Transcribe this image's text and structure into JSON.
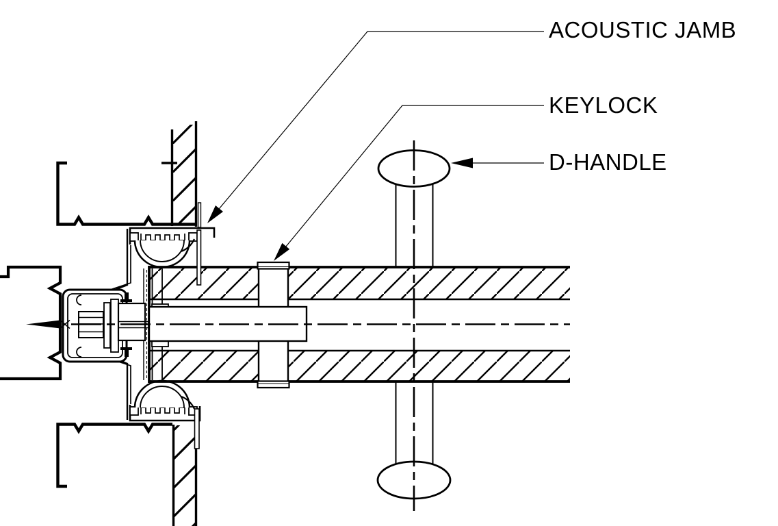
{
  "drawing": {
    "background_color": "#ffffff",
    "line_color": "#000000",
    "callouts": {
      "acoustic_jamb": "ACOUSTIC JAMB",
      "keylock": "KEYLOCK",
      "d_handle": "D-HANDLE"
    }
  }
}
